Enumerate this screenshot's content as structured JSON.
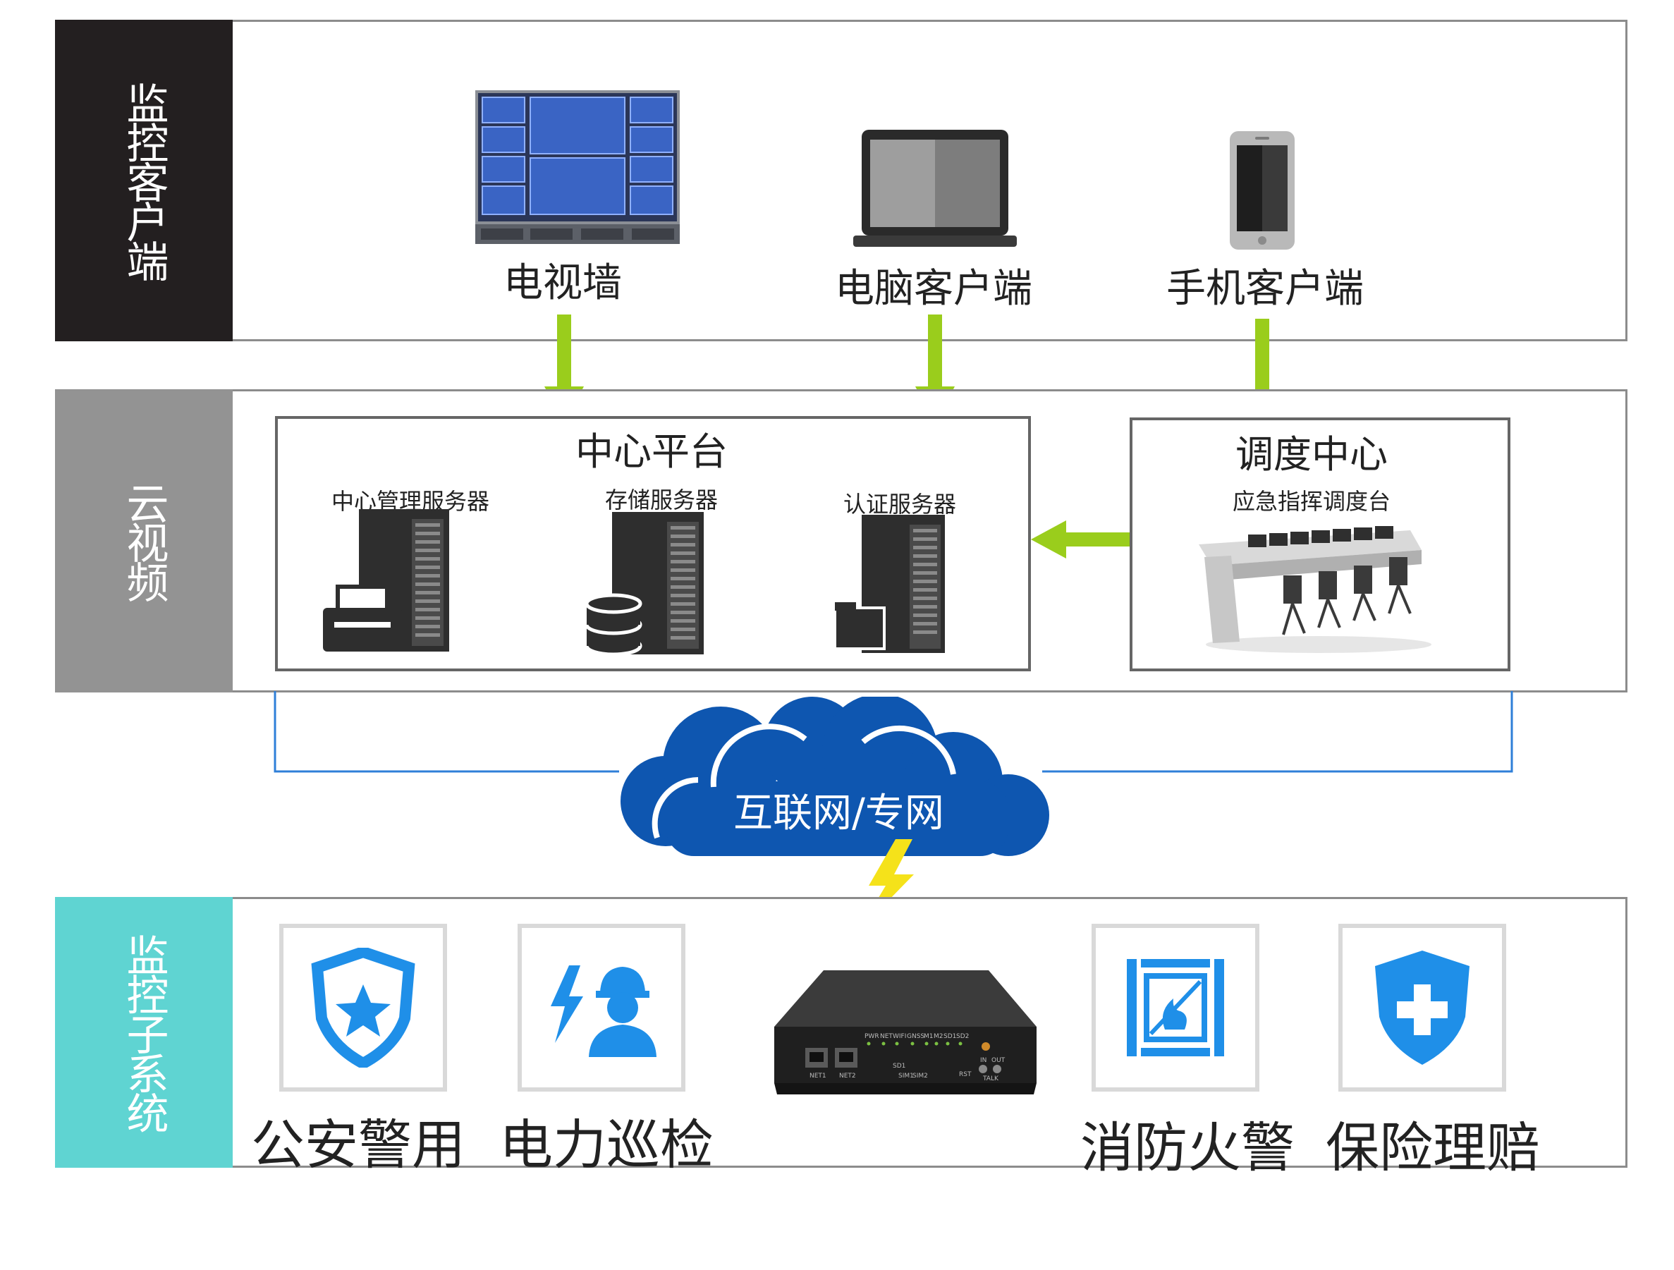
{
  "tiers": {
    "client": {
      "label": "监控客户端",
      "color": "#231f20"
    },
    "cloud": {
      "label": "云视频",
      "color": "#939393"
    },
    "subsystem": {
      "label": "监控子系统",
      "color": "#5fd4d2"
    }
  },
  "clients": [
    {
      "label": "电视墙",
      "icon": "video-wall-icon"
    },
    {
      "label": "电脑客户端",
      "icon": "laptop-icon"
    },
    {
      "label": "手机客户端",
      "icon": "smartphone-icon"
    }
  ],
  "center_platform": {
    "title": "中心平台",
    "servers": [
      {
        "label": "中心管理服务器",
        "icon": "server-printer-icon"
      },
      {
        "label": "存储服务器",
        "icon": "server-database-icon"
      },
      {
        "label": "认证服务器",
        "icon": "server-folder-icon"
      }
    ]
  },
  "dispatch_center": {
    "title": "调度中心",
    "subtitle": "应急指挥调度台",
    "icon": "command-console-icon"
  },
  "network": {
    "label": "互联网/专网",
    "icon": "cloud-icon"
  },
  "device": {
    "icon": "network-video-device-icon",
    "panel_labels": [
      "PWR",
      "NET",
      "WIFI",
      "GNSS",
      "M1",
      "M2",
      "SD1",
      "SD2",
      "NET1",
      "NET2",
      "SD1",
      "SIM1",
      "SIM2",
      "RST",
      "IN",
      "OUT",
      "TALK"
    ]
  },
  "subsystems": [
    {
      "label": "公安警用",
      "icon": "police-shield-star-icon"
    },
    {
      "label": "电力巡检",
      "icon": "power-worker-icon"
    },
    {
      "label": "消防火警",
      "icon": "fire-alarm-icon"
    },
    {
      "label": "保险理赔",
      "icon": "insurance-shield-plus-icon"
    }
  ],
  "colors": {
    "arrow": "#9acd1c",
    "link_line": "#2f7fd8",
    "cloud": "#0e56b0",
    "icon_blue": "#1f8fe8",
    "lightning": "#f5e21a"
  }
}
